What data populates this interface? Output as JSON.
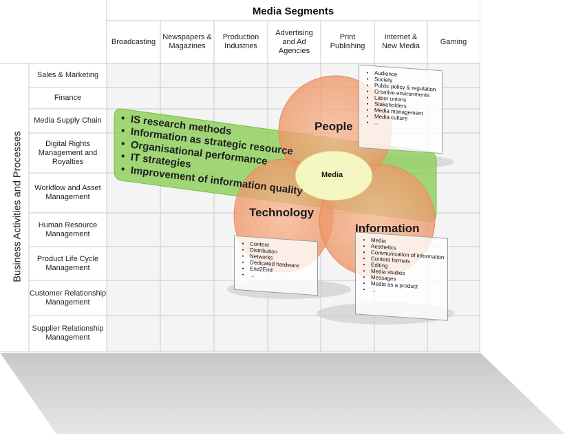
{
  "media_segments_title": "Media Segments",
  "columns": [
    "Broadcasting",
    "Newspapers & Magazines",
    "Production Industries",
    "Advertising and Ad Agencies",
    "Print Publishing",
    "Internet & New Media",
    "Gaming"
  ],
  "rows_axis_label": "Business Activities and Processes",
  "rows": [
    "Sales & Marketing",
    "Finance",
    "Media Supply Chain",
    "Digital Rights Management and Royalties",
    "Workflow and Asset Management",
    "Human Resource Management",
    "Product Life Cycle Management",
    "Customer Relationship Management",
    "Supplier Relationship Management"
  ],
  "is_research_bullets": [
    "IS research methods",
    "Information as strategic resource",
    "Organisational performance",
    "IT strategies",
    "Improvement of information quality"
  ],
  "venn": {
    "people": "People",
    "technology": "Technology",
    "information": "Information",
    "center": "Media"
  },
  "people_items": [
    "Audience",
    "Society",
    "Public policy & regulation",
    "Creative environments",
    "Labor unions",
    "Stakeholders",
    "Media management",
    "Media culture",
    "..."
  ],
  "technology_items": [
    "Content",
    "Distribution",
    "Networks",
    "Dedicated hardware",
    "End2End",
    "..."
  ],
  "information_items": [
    "Media",
    "Aesthetics",
    "Communication of information",
    "Content formats",
    "Editing",
    "Media studies",
    "Messages",
    "Media as a product",
    "..."
  ],
  "colors": {
    "grid_fill": "#f4f4f4",
    "grid_line": "#c9c9c9",
    "green_band": "#8fcf5c",
    "circle_fill": "#f4a47c",
    "circle_stroke": "#e58a5a",
    "center_fill": "#f5f7c2",
    "shadow": "#d0d0d0"
  }
}
